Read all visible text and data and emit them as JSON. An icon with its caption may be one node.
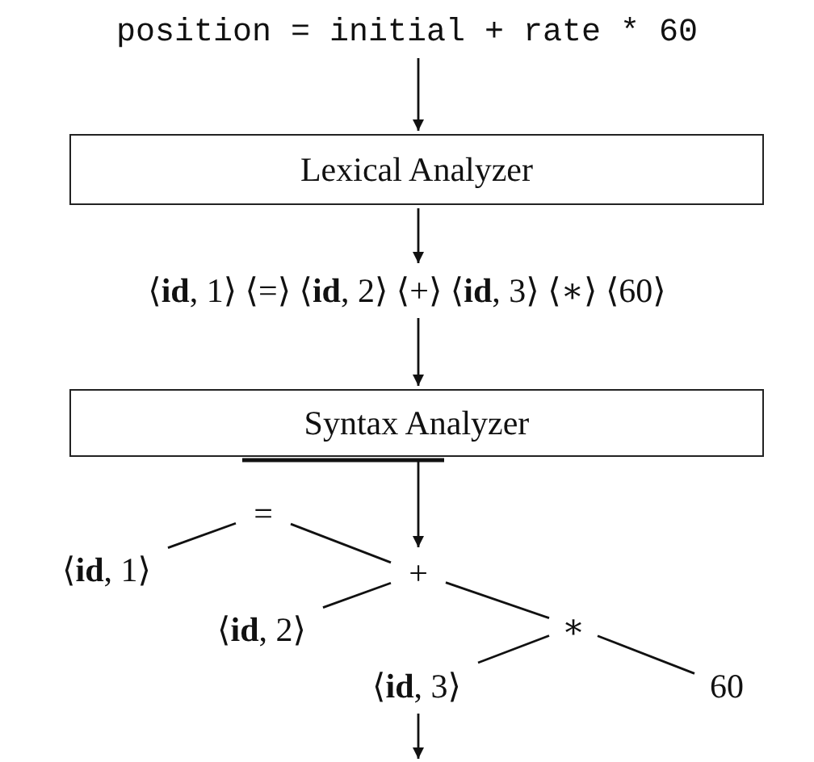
{
  "diagram": {
    "nodes": [
      {
        "text": [
          "position = initial + rate * 60"
        ]
      },
      {
        "text": [
          "Lexical Analyzer"
        ]
      },
      {
        "text": [
          "⟨**id**, 1⟩ ⟨=⟩ ⟨**id**, 2⟩ ⟨+⟩ ⟨**id**, 3⟩ ⟨∗⟩ ⟨60⟩"
        ]
      },
      {
        "text": [
          "Syntax Analyzer"
        ]
      },
      {
        "text": [
          "="
        ]
      },
      {
        "text": [
          "⟨**id**, 1⟩"
        ]
      },
      {
        "text": [
          "+"
        ]
      },
      {
        "text": [
          "⟨**id**, 2⟩"
        ]
      },
      {
        "text": [
          "∗"
        ]
      },
      {
        "text": [
          "⟨**id**, 3⟩"
        ]
      },
      {
        "text": [
          "60"
        ]
      }
    ],
    "edges": [
      {
        "from": 0,
        "to": 1,
        "arrow": "to"
      },
      {
        "from": 1,
        "to": 2,
        "arrow": "to"
      },
      {
        "from": 2,
        "to": 3,
        "arrow": "to"
      },
      {
        "from": 3,
        "to": 6,
        "arrow": "to"
      },
      {
        "from": 4,
        "to": 5,
        "arrow": "none"
      },
      {
        "from": 4,
        "to": 6,
        "arrow": "none"
      },
      {
        "from": 6,
        "to": 7,
        "arrow": "none"
      },
      {
        "from": 6,
        "to": 8,
        "arrow": "none"
      },
      {
        "from": 8,
        "to": 9,
        "arrow": "none"
      },
      {
        "from": 8,
        "to": 10,
        "arrow": "none"
      },
      {
        "from": 9,
        "to": null,
        "arrow": "to"
      }
    ]
  }
}
